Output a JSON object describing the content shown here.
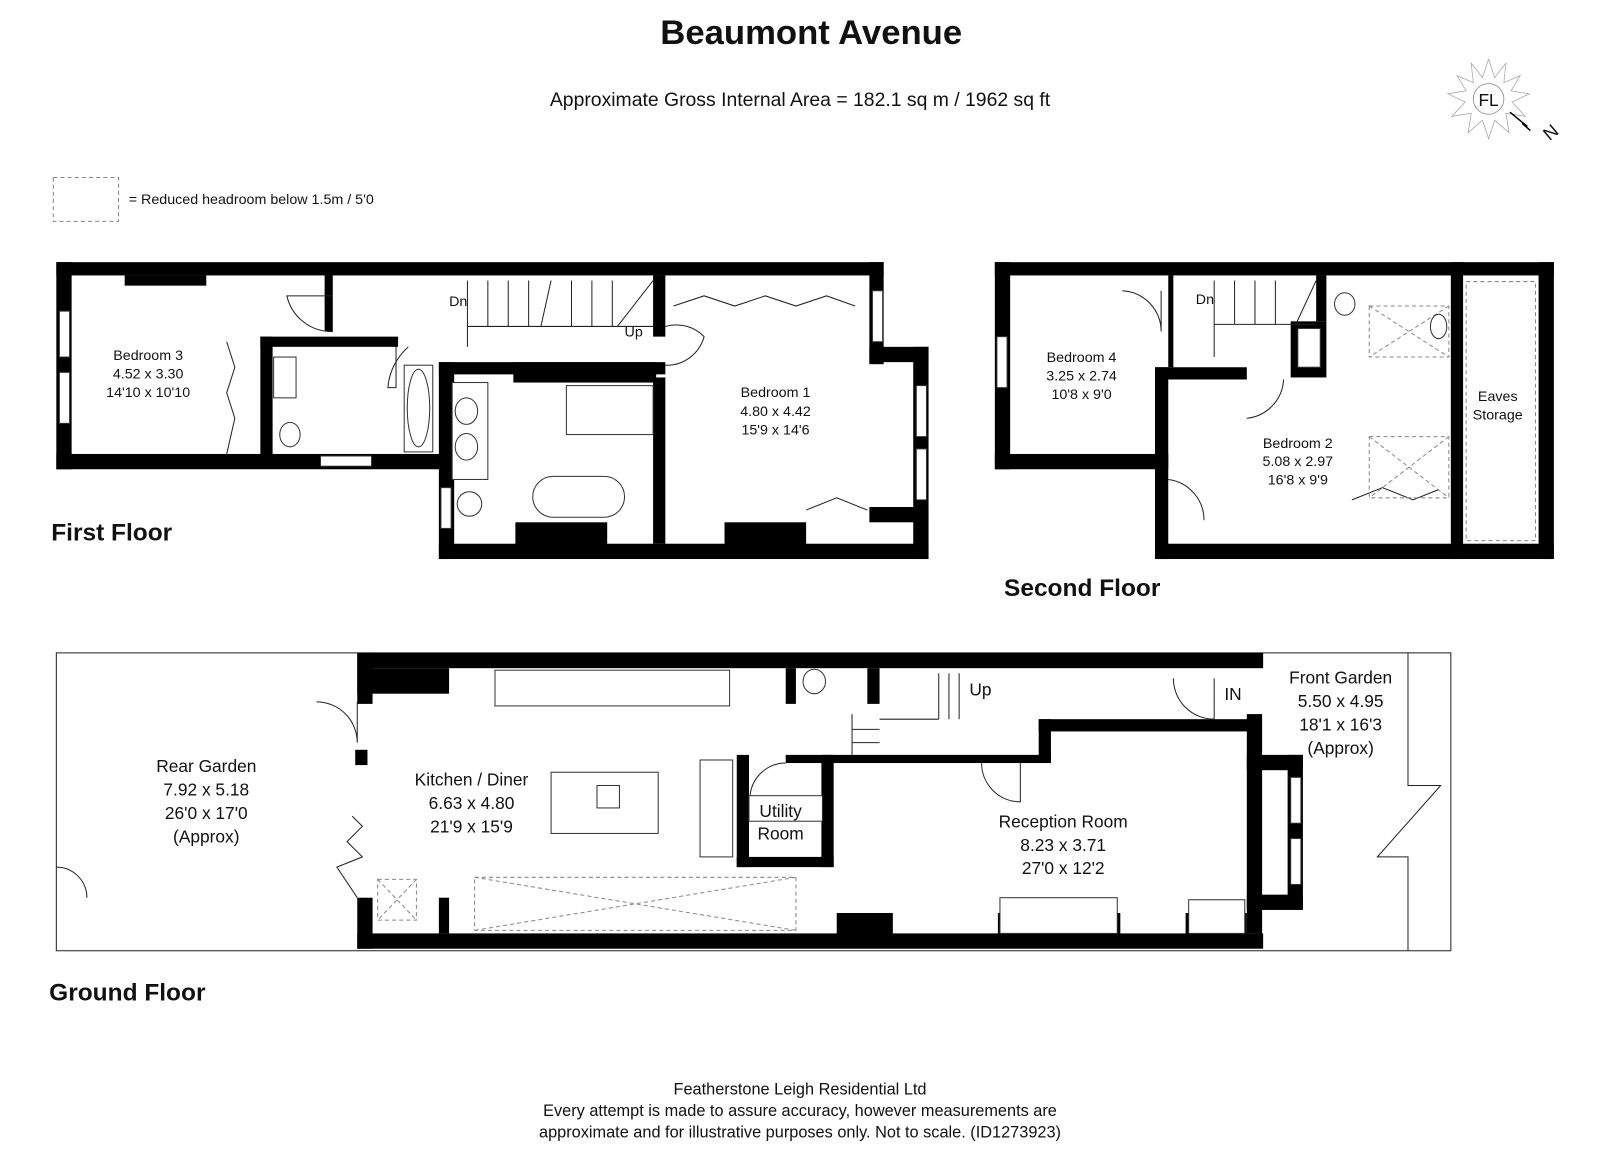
{
  "header": {
    "title": "Beaumont Avenue",
    "area": "Approximate Gross Internal Area = 182.1 sq m / 1962 sq ft",
    "logo_text": "FL",
    "north_label": "N"
  },
  "legend": {
    "label": "= Reduced headroom below 1.5m / 5'0"
  },
  "first_floor": {
    "label": "First Floor",
    "rooms": [
      {
        "name": "Bedroom 3",
        "metric": "4.52 x 3.30",
        "imperial": "14'10 x 10'10"
      },
      {
        "name": "Bedroom 1",
        "metric": "4.80 x 4.42",
        "imperial": "15'9 x 14'6"
      }
    ],
    "stairs": {
      "down": "Dn",
      "up": "Up"
    }
  },
  "second_floor": {
    "label": "Second Floor",
    "rooms": [
      {
        "name": "Bedroom 4",
        "metric": "3.25 x 2.74",
        "imperial": "10'8 x 9'0"
      },
      {
        "name": "Bedroom 2",
        "metric": "5.08 x 2.97",
        "imperial": "16'8 x 9'9"
      }
    ],
    "eaves": [
      "Eaves",
      "Storage"
    ],
    "stairs": {
      "down": "Dn"
    }
  },
  "ground_floor": {
    "label": "Ground Floor",
    "rooms": [
      {
        "name": "Rear Garden",
        "metric": "7.92 x 5.18",
        "imperial": "26'0 x 17'0",
        "note": "(Approx)"
      },
      {
        "name": "Kitchen / Diner",
        "metric": "6.63 x 4.80",
        "imperial": "21'9 x 15'9"
      },
      {
        "name": "Reception Room",
        "metric": "8.23 x 3.71",
        "imperial": "27'0 x 12'2"
      },
      {
        "name": "Front Garden",
        "metric": "5.50 x 4.95",
        "imperial": "18'1 x 16'3",
        "note": "(Approx)"
      }
    ],
    "utility": [
      "Utility",
      "Room"
    ],
    "stairs": {
      "up": "Up"
    },
    "entrance": "IN"
  },
  "footer": {
    "company": "Featherstone Leigh Residential Ltd",
    "line1": "Every attempt is made to assure accuracy, however measurements are",
    "line2": "approximate and for illustrative purposes only. Not to scale. (ID1273923)"
  }
}
